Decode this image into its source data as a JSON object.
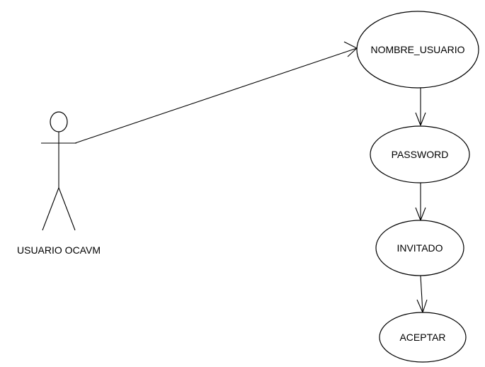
{
  "diagram": {
    "type": "use-case",
    "actor": {
      "label": "USUARIO OCAVM"
    },
    "use_cases": [
      {
        "id": "nombre",
        "label": "NOMBRE_USUARIO"
      },
      {
        "id": "password",
        "label": "PASSWORD"
      },
      {
        "id": "invitado",
        "label": "INVITADO"
      },
      {
        "id": "aceptar",
        "label": "ACEPTAR"
      }
    ],
    "links": [
      {
        "from": "actor",
        "to": "nombre"
      },
      {
        "from": "nombre",
        "to": "password"
      },
      {
        "from": "password",
        "to": "invitado"
      },
      {
        "from": "invitado",
        "to": "aceptar"
      }
    ],
    "colors": {
      "stroke": "#000000",
      "fill": "#ffffff",
      "background": "#ffffff"
    }
  }
}
